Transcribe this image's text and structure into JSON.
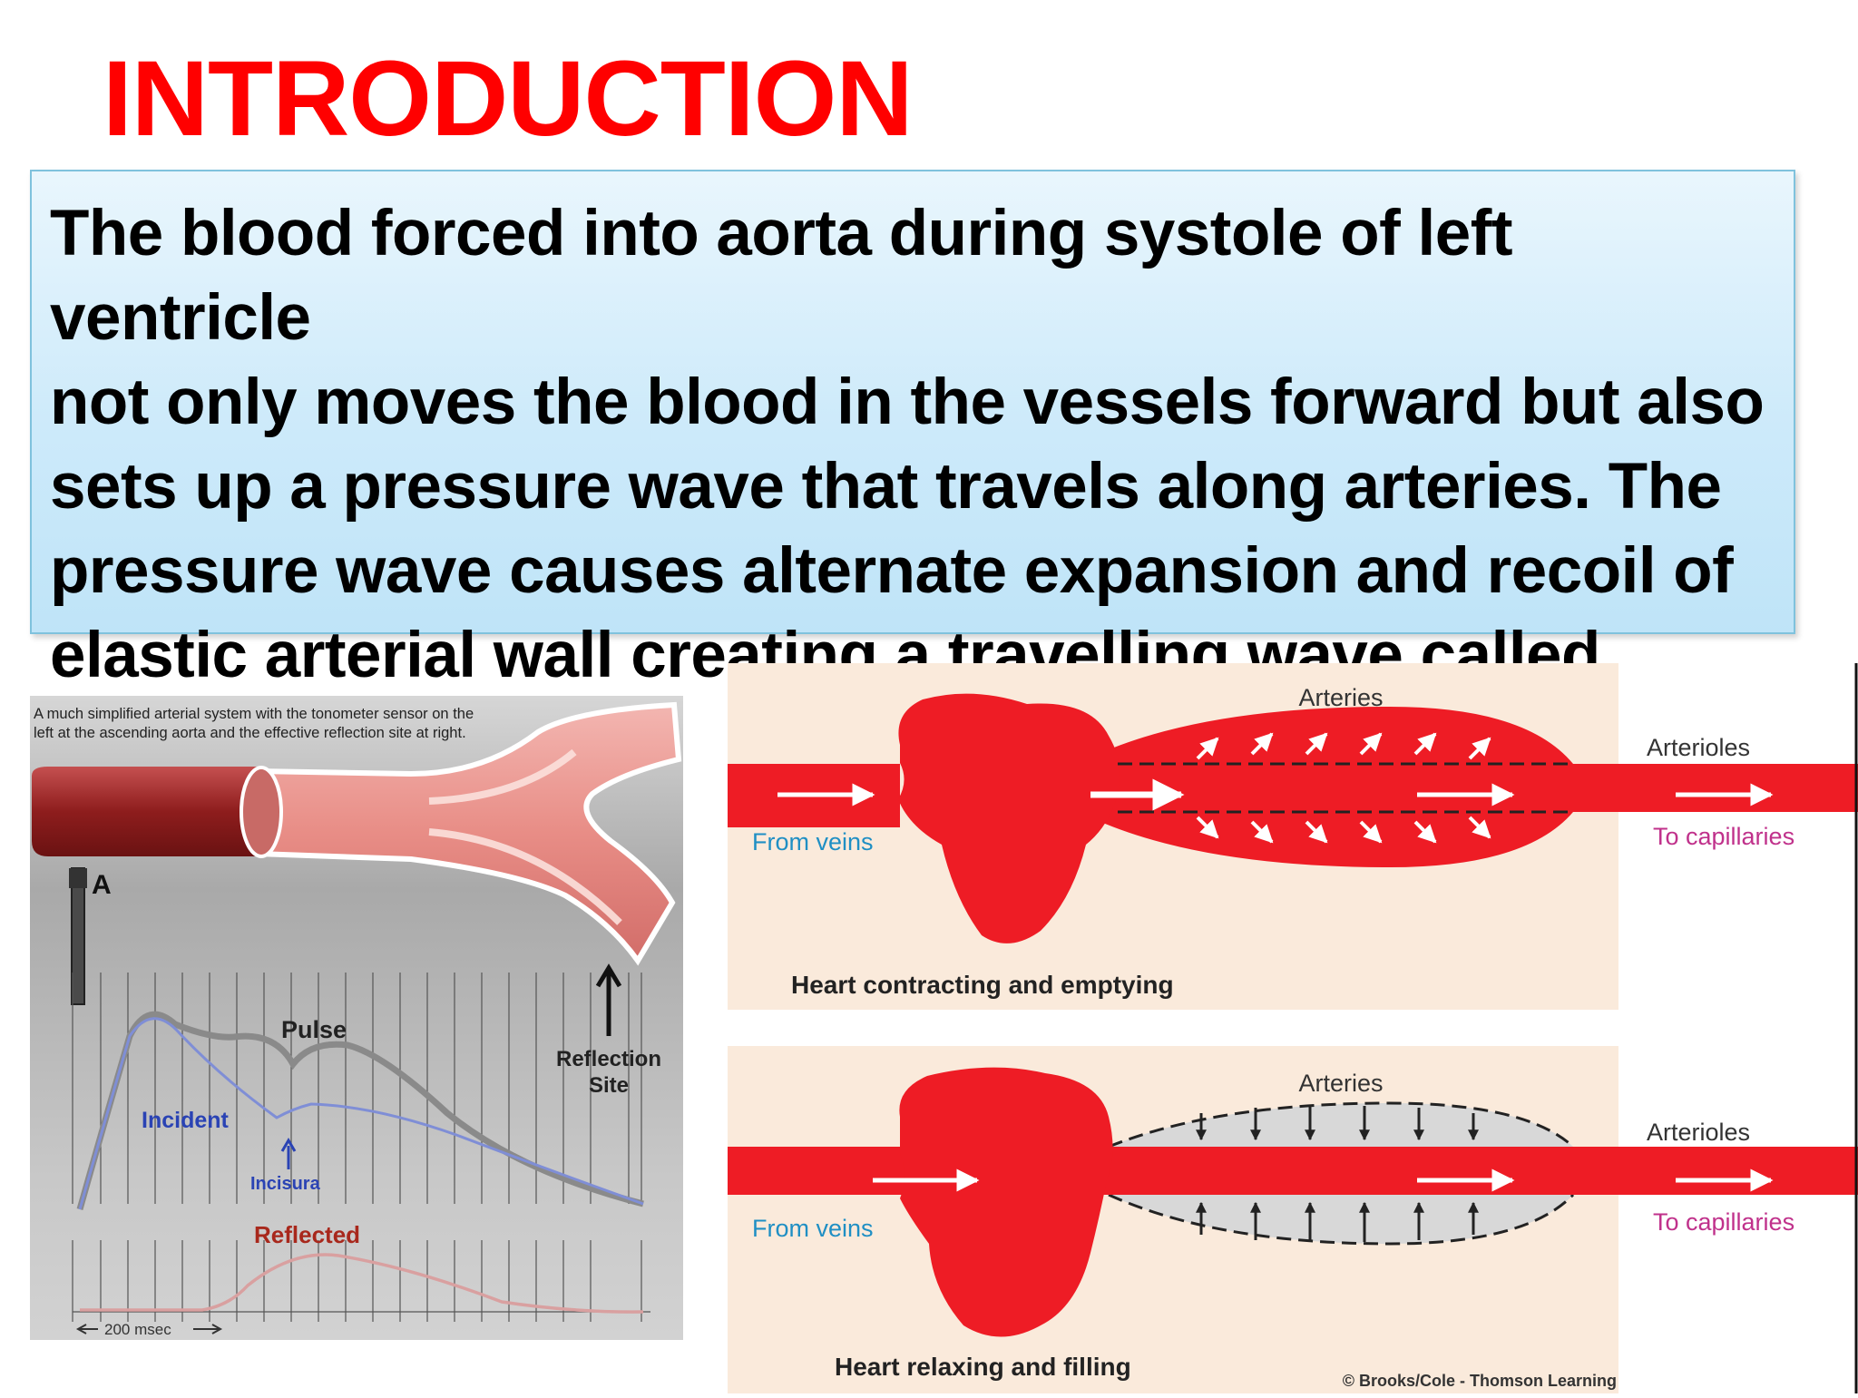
{
  "slide": {
    "title": "INTRODUCTION",
    "body_lines": [
      "The blood forced into aorta during systole of left ventricle",
      "not only moves the blood in the vessels forward but also",
      "sets up a pressure wave that travels along arteries. The",
      "pressure wave causes alternate expansion and recoil of",
      "elastic arterial wall creating a travelling wave called pulse."
    ]
  },
  "figure_left": {
    "caption_lines": [
      "A much simplified arterial system with the tonometer sensor on the",
      "left at the ascending aorta and the effective reflection site at right."
    ],
    "sensor_label": "A",
    "pulse_label": "Pulse",
    "incident_label": "Incident",
    "incisura_label": "Incisura",
    "reflected_label": "Reflected",
    "reflection_site_lines": [
      "Reflection",
      "Site"
    ],
    "time_scale_label": "200  msec",
    "colors": {
      "pulse": "#8a8a8a",
      "incident": "#7f8ed6",
      "reflected": "#d9a0a0",
      "incident_text": "#2a43b4",
      "reflected_text": "#a8281c"
    }
  },
  "figure_right": {
    "top_panel": {
      "arteries_label": "Arteries",
      "arterioles_label": "Arterioles",
      "from_veins_label": "From veins",
      "to_capillaries_label": "To capillaries",
      "caption": "Heart contracting and emptying"
    },
    "bottom_panel": {
      "arteries_label": "Arteries",
      "arterioles_label": "Arterioles",
      "from_veins_label": "From veins",
      "to_capillaries_label": "To capillaries",
      "caption": "Heart relaxing and filling"
    },
    "credit": "© Brooks/Cole - Thomson Learning",
    "colors": {
      "vessel": "#ee1c25",
      "panel_bg": "#faeadb",
      "veins_text": "#1f8fc4",
      "capillaries_text": "#c0318b"
    }
  }
}
